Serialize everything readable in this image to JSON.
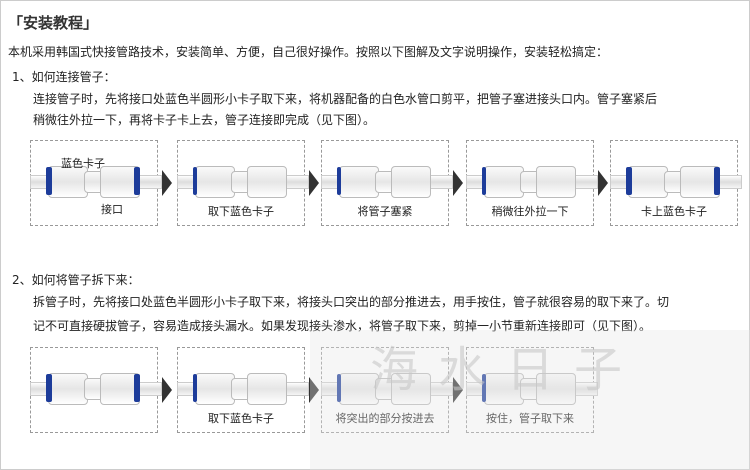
{
  "title": "「安装教程」",
  "intro": "本机采用韩国式快接管路技术，安装简单、方便，自己很好操作。按照以下图解及文字说明操作，安装轻松搞定：",
  "section1": {
    "heading": "1、如何连接管子：",
    "line1": "连接管子时，先将接口处蓝色半圆形小卡子取下来，将机器配备的白色水管口剪平，把管子塞进接头口内。管子塞紧后",
    "line2": "稍微往外拉一下，再将卡子卡上去，管子连接即完成（见下图）。",
    "labels": {
      "clip": "蓝色卡子",
      "port": "接口"
    },
    "captions": [
      "",
      "取下蓝色卡子",
      "将管子塞紧",
      "稍微往外拉一下",
      "卡上蓝色卡子"
    ]
  },
  "section2": {
    "heading": "2、如何将管子拆下来：",
    "line1": "拆管子时，先将接口处蓝色半圆形小卡子取下来，将接头口突出的部分推进去，用手按住，管子就很容易的取下来了。切",
    "line2": "记不可直接硬拔管子，容易造成接头漏水。如果发现接头渗水，将管子取下来，剪掉一小节重新连接即可（见下图）。",
    "captions": [
      "",
      "取下蓝色卡子",
      "将突出的部分按进去",
      "按住，管子取下来"
    ]
  },
  "watermark": "海水日子"
}
